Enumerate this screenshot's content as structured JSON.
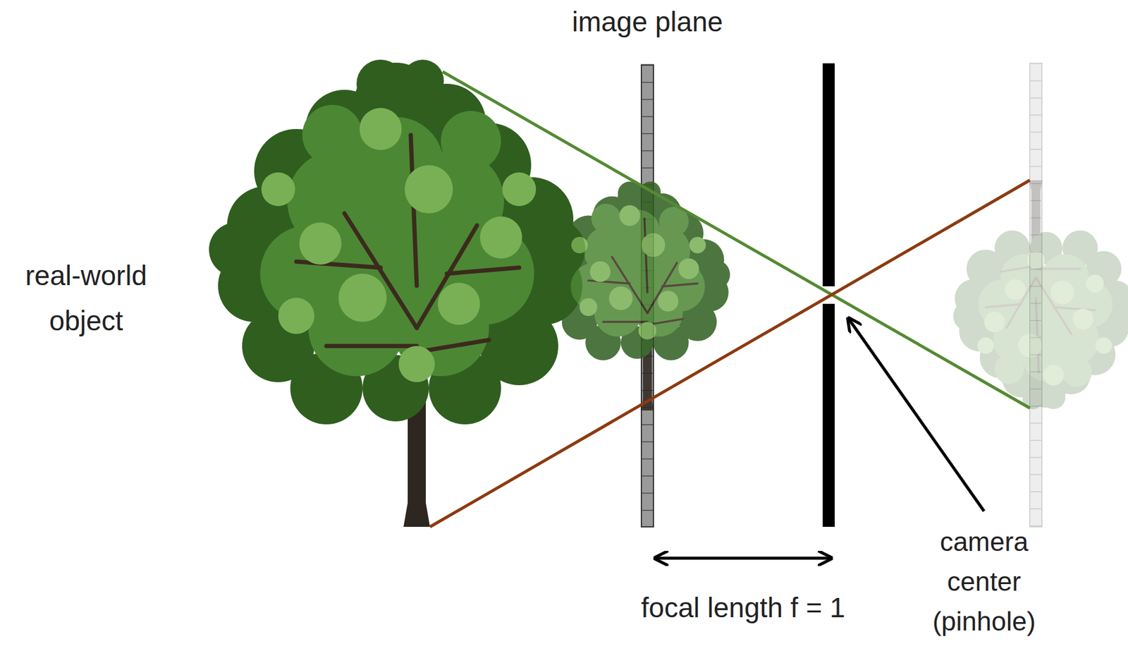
{
  "diagram": {
    "labels": [
      "image plane",
      "real-world object",
      "focal length f = 1",
      "camera center (pinhole)"
    ]
  }
}
